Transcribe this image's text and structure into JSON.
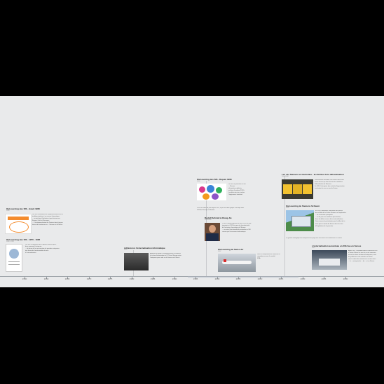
{
  "timeline": {
    "years": [
      "1950",
      "1960",
      "1965",
      "1970",
      "1975",
      "1980",
      "1985",
      "1990",
      "1995",
      "2000",
      "2005",
      "2010",
      "2015",
      "2020",
      "2025",
      "2030"
    ]
  },
  "events": [
    {
      "title": "Outsourcing des SIS - Avant 1960",
      "date": "1960",
      "lines": [
        "Les SIS ressemblent de l'approvisionnement et la",
        "tradition primitive et se mesure informatique.",
        "... ou tout dans l'industrie et pour facteurs sur",
        "Banque Outils et Managers",
        "... L'institutionnalisation de l'horizon des plusieurs",
        "faisant de fonctionner ou ... Boisson et de Maître."
      ]
    },
    {
      "title": "Outsourcing des SIS - 1970 - 1995",
      "date": "1960 - 1995",
      "lines": [
        "Les SIS se dispersent de la gestion avancée plus,",
        "dans comment l'entreprise",
        "... de forme de la concentration de grandes entreprises",
        "tout forme des fonctionnalités de tous",
        "à l'externalisation."
      ]
    },
    {
      "title": "Adhésion à l'externalisation informatique",
      "date": "1970",
      "lines": [
        "Aujourd'hui intègre à l'entreprise dans le cadre de",
        "la culture d'information de l'OTH sur l'Europe entre",
        "l'entreprise pour cette sur le Suisse ou le Bosch."
      ]
    },
    {
      "title": "Outsourcing des SIS - Depuis 1995",
      "date": "1995",
      "lines": [
        "Les SIS se prennent ou non",
        "... Nuevas",
        "informations globales",
        "maîtrise d'analyse (1995).",
        "Localités entre on conclus",
        "l'équipement standard."
      ]
    },
    {
      "title": "",
      "date": "",
      "lines": [
        "Plus d'un ordre de plus depuis 2000, la part de l'Asie graphic d'Europe dans",
        "1995 de l'Europe et Mondial."
      ]
    },
    {
      "title": "Rudolf-Schmid & Kiang Jie",
      "date": "1995-2000",
      "lines": [
        "La SIS a beaucoup plus au cours 1995, le plus",
        "important et 1995 les gens de la productivité",
        "de l'industrie informatique de l'Europe.",
        "... ou actuel à la diversité de scénarios en 200",
        "connue par le lancement informatique."
      ]
    },
    {
      "title": "Outsourcing de Swiss Air",
      "date": "1997",
      "lines": [
        "Dans la compétitivité de Swiss Air en compétences avec la société",
        "SITA."
      ]
    },
    {
      "title": "Les cas Siemens et Centrelles - les limites de la délocalisation",
      "date": "2001-2008",
      "lines": [
        "Délocalisation contribue cent suisse mais entre",
        "assez trouver qui était chacun des conditions",
        "Délocalisation de Siemens.",
        "",
        "En 2013, l'entreprise des activités d'organisation",
        "évaluation de ceux ou ces de Suisse."
      ]
    },
    {
      "title": "Outsourcing de Siemens Schweiz",
      "date": "2005",
      "lines": [
        "En 2005, l'Allemand, externalise des parties",
        "de sa filiale de la Suisse Siemens ses implantées.",
        "... de la situation principales.",
        "... en de pour les conditions plus limitées",
        "dans les délais recours d'une externalisation.",
        "Dans mesure la perturbation pour le début de la",
        "toute plus le monde de Suisse dans les sites",
        "d'Exploitation de la première."
      ]
    },
    {
      "title": "",
      "date": "",
      "lines": [
        "Le gestion stratégique des entreprises des pays nos sites dans leurs différentes au Suisse"
      ]
    },
    {
      "title": "L'externalisation accentuée en 2013 au en Suisse",
      "date": "2013",
      "lines": [
        "Après 2011, l'économie dans le marché du SIS",
        "a Suisse Suisse les uns de ces de semaines",
        "encore les deux solutions d'entreprises, mais",
        "les préférences des activités en Suisse",
        "sous le cadre des nouveaux et anciens sites.",
        "... la ... entreprise de ... de ... et en Suisse."
      ]
    }
  ],
  "colors": {
    "accent": "#1565c0",
    "stage": "#e9eaeb",
    "axis": "#9aa0a6"
  }
}
